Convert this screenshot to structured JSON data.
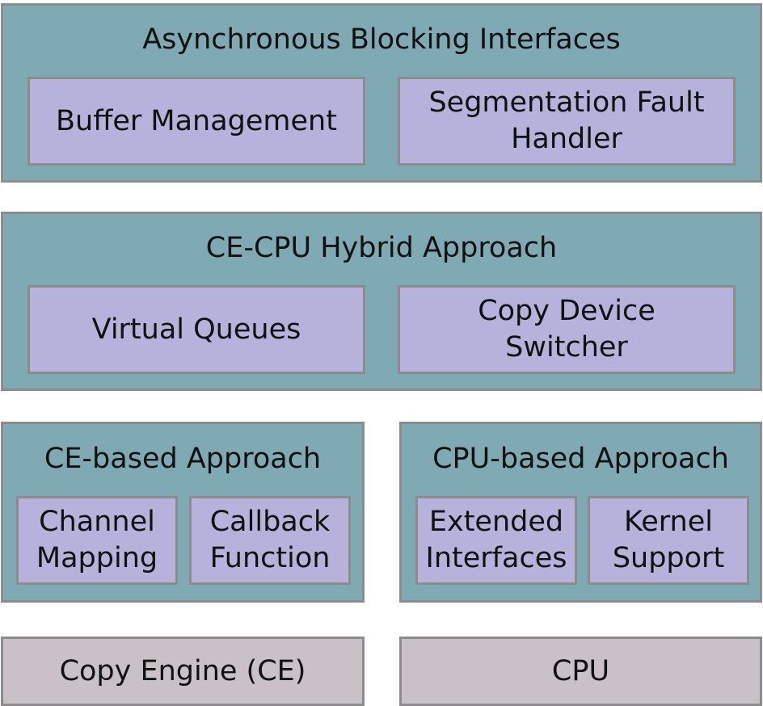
{
  "layers": [
    {
      "title": "Asynchronous Blocking Interfaces",
      "modules": [
        "Buffer Management",
        "Segmentation Fault\nHandler"
      ]
    },
    {
      "title": "CE-CPU Hybrid Approach",
      "modules": [
        "Virtual Queues",
        "Copy Device\nSwitcher"
      ]
    },
    {
      "title": "CE-based Approach",
      "modules": [
        "Channel\nMapping",
        "Callback\nFunction"
      ]
    },
    {
      "title": "CPU-based Approach",
      "modules": [
        "Extended\nInterfaces",
        "Kernel\nSupport"
      ]
    }
  ],
  "hardware": [
    "Copy Engine (CE)",
    "CPU"
  ],
  "colors": {
    "layer_fill": "#80aab3",
    "module_fill": "#b6b2dc",
    "hardware_fill": "#c9c1c5",
    "border": "#8c8c8c"
  }
}
